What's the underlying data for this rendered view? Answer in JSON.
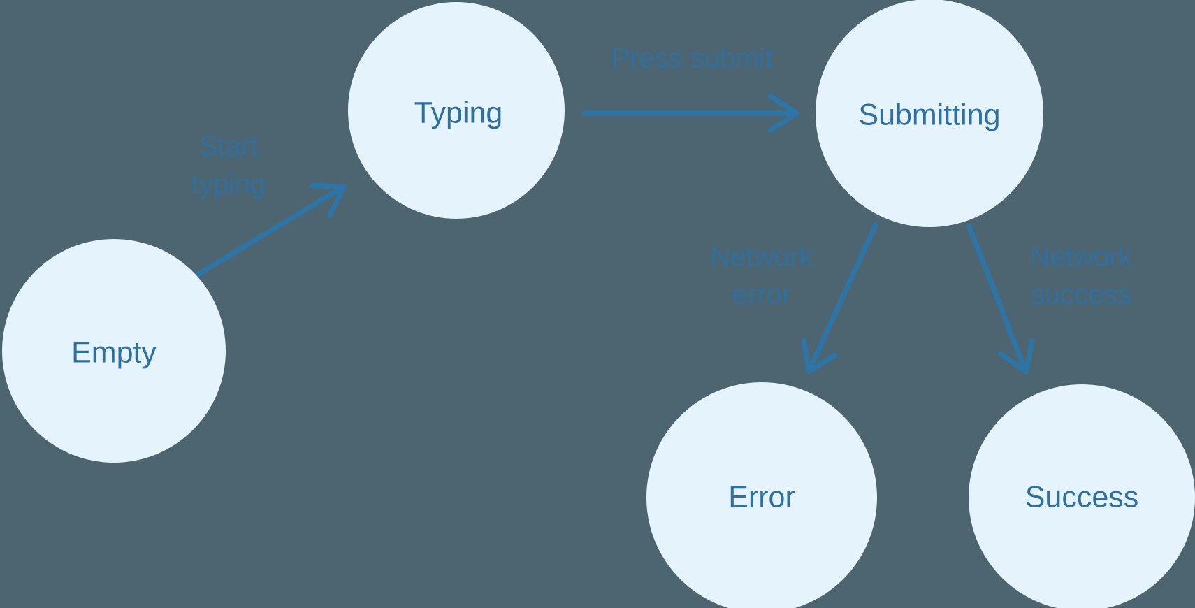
{
  "diagram": {
    "type": "state-machine",
    "colors": {
      "background": "#4c6570",
      "node_fill": "#e4f3fc",
      "node_label": "#2f709f",
      "edge": "#2e74a4",
      "edge_label": "#316f9e"
    },
    "nodes": [
      {
        "id": "empty",
        "label": "Empty"
      },
      {
        "id": "typing",
        "label": "Typing"
      },
      {
        "id": "submitting",
        "label": "Submitting"
      },
      {
        "id": "error",
        "label": "Error"
      },
      {
        "id": "success",
        "label": "Success"
      }
    ],
    "edges": [
      {
        "from": "empty",
        "to": "typing",
        "label": "Start typing",
        "label_lines": [
          "Start",
          "typing"
        ]
      },
      {
        "from": "typing",
        "to": "submitting",
        "label": "Press submit",
        "label_lines": [
          "Press submit"
        ]
      },
      {
        "from": "submitting",
        "to": "error",
        "label": "Network error",
        "label_lines": [
          "Network",
          "error"
        ]
      },
      {
        "from": "submitting",
        "to": "success",
        "label": "Network success",
        "label_lines": [
          "Network",
          "success"
        ]
      }
    ]
  }
}
